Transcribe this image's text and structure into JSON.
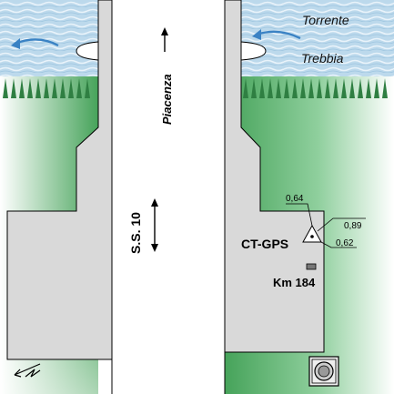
{
  "labels": {
    "river_name_1": "Torrente",
    "river_name_2": "Trebbia",
    "direction_city": "Piacenza",
    "road_name": "S.S. 10",
    "station_name": "CT-GPS",
    "km_marker": "Km 184",
    "measure_top_left": "0,64",
    "measure_right": "0,89",
    "measure_bottom_right": "0,62"
  },
  "icons": {
    "river_flow": "curved-arrow-left",
    "north": "north-arrow",
    "direction": "up-arrow",
    "road_extent": "double-headed-arrow",
    "station_mark": "triangle-with-dot",
    "manhole": "square-manhole"
  },
  "colors": {
    "water": "#bcd9ec",
    "water_wave": "#e6f1f8",
    "flow_arrow": "#3a82c4",
    "grass": "#3f9f55",
    "grass_fade": "#ffffff",
    "road_pavement": "#d9d9d9",
    "outline": "#000000"
  }
}
